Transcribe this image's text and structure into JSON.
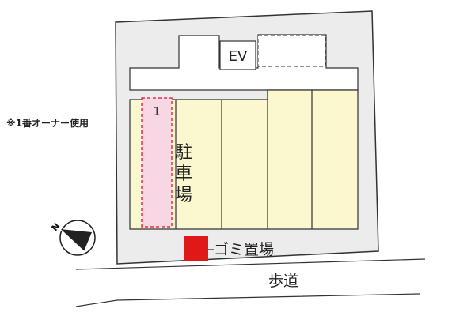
{
  "site_plan": {
    "note": "※1番オーナー使用",
    "elevator_label": "EV",
    "parking_label_chars": [
      "駐",
      "車",
      "場"
    ],
    "owner_space_number": "1",
    "garbage_label": "ゴミ置場",
    "sidewalk_label": "歩道",
    "compass_label": "N"
  },
  "colors": {
    "site_fill": "#ececec",
    "building_fill": "#ffffff",
    "parking_fill": "#fbf7cf",
    "owner_space_fill": "#f8d6e4",
    "owner_space_border": "#e03050",
    "garbage_marker": "#e01818",
    "line": "#333333"
  }
}
